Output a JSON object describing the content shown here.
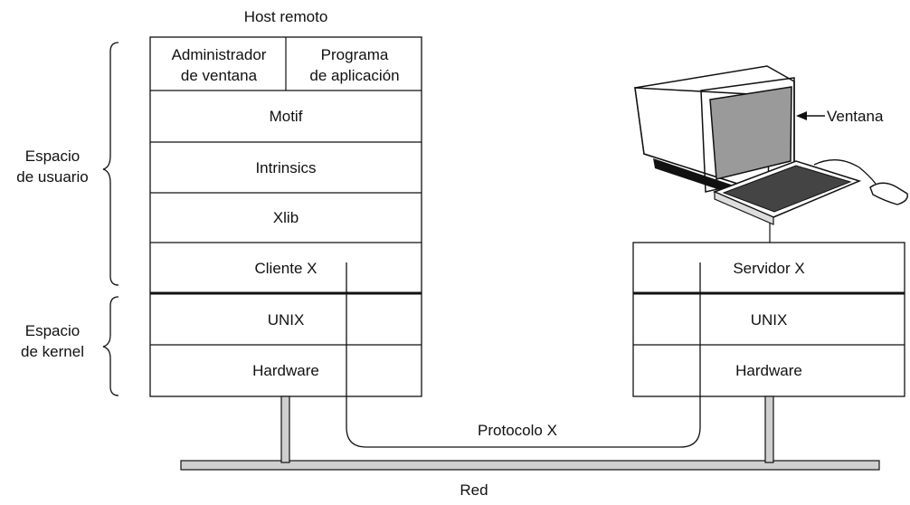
{
  "remote_host": {
    "title": "Host remoto",
    "top_left_label": [
      "Administrador",
      "de ventana"
    ],
    "top_right_label": [
      "Programa",
      "de aplicación"
    ],
    "layers": [
      "Motif",
      "Intrinsics",
      "Xlib",
      "Cliente X",
      "UNIX",
      "Hardware"
    ]
  },
  "side_labels": {
    "user_space": [
      "Espacio",
      "de usuario"
    ],
    "kernel_space": [
      "Espacio",
      "de kernel"
    ]
  },
  "server_host": {
    "layers": [
      "Servidor X",
      "UNIX",
      "Hardware"
    ]
  },
  "labels": {
    "window": "Ventana",
    "protocol": "Protocolo X",
    "network": "Red"
  }
}
